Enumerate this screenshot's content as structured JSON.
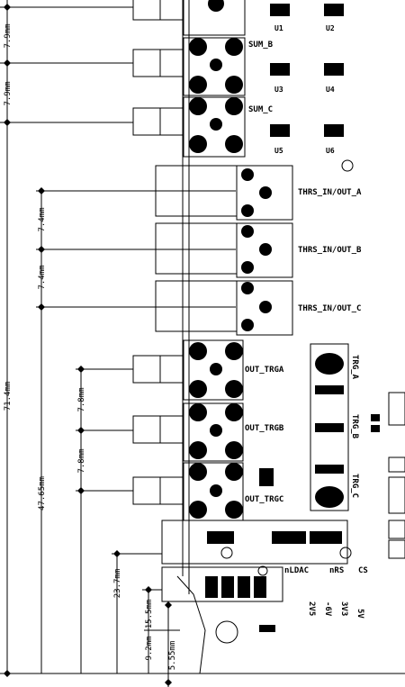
{
  "dimensions": {
    "d_top1": "7.9mm",
    "d_top2": "7.9mm",
    "d_total": "71.4mm",
    "d_thrs1": "7.4mm",
    "d_thrs2": "7.4mm",
    "d_47": "47.65mm",
    "d_out1": "7.8mm",
    "d_out2": "7.8mm",
    "d_23": "23.7mm",
    "d_15": "15.5mm",
    "d_9": "9.2mm",
    "d_5": "5.55mm"
  },
  "labels": {
    "sum_b": "SUM_B",
    "sum_c": "SUM_C",
    "u1": "U1",
    "u2": "U2",
    "u3": "U3",
    "u4": "U4",
    "u5": "U5",
    "u6": "U6",
    "thrs_a": "THRS_IN/OUT_A",
    "thrs_b": "THRS_IN/OUT_B",
    "thrs_c": "THRS_IN/OUT_C",
    "out_trga": "OUT_TRGA",
    "out_trgb": "OUT_TRGB",
    "out_trgc": "OUT_TRGC",
    "trg_a": "TRG_A",
    "trg_b": "TRG_B",
    "trg_c": "TRG_C",
    "ndac": "nLDAC",
    "nrs": "nRS",
    "cs": "CS",
    "v2": "2V5",
    "v_6": "-6V",
    "v3": "3V3",
    "v5": "5V"
  }
}
